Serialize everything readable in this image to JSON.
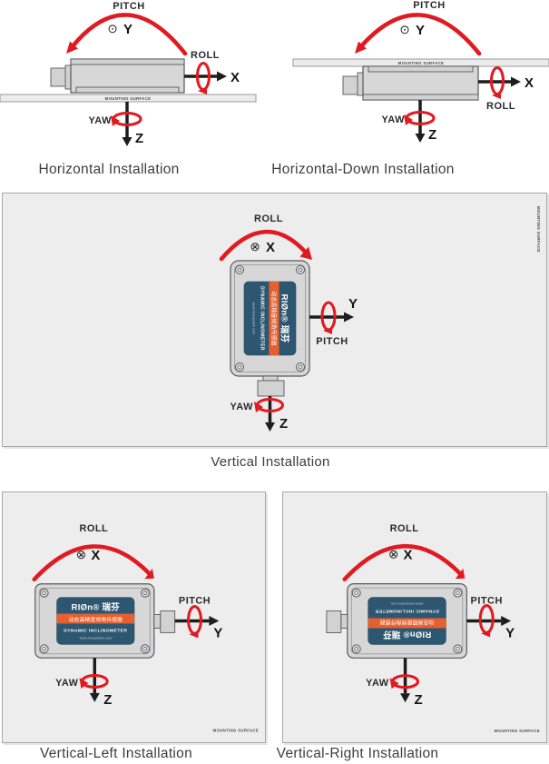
{
  "colors": {
    "red": "#e11a22",
    "panel_bg": "#ededee",
    "panel_border": "#a9a9a9",
    "device_fill": "#d7d7d7",
    "device_stroke": "#57585b",
    "label_blue": "#2d5770",
    "label_orange": "#e6602f",
    "axis_black": "#1d1d1b",
    "caption_text": "#3d3d3d"
  },
  "axes": {
    "x": "X",
    "y": "Y",
    "z": "Z"
  },
  "rotations": {
    "pitch": "PITCH",
    "roll": "ROLL",
    "yaw": "YAW"
  },
  "symbols": {
    "out_of_plane": "⊙",
    "into_plane": "⊗"
  },
  "surface": {
    "label": "MOUNTING SURFACE"
  },
  "device_label": {
    "brand": "RIØn® 瑞芬",
    "line_cn": "动态高精度倾角传感器",
    "line_en": "DYNAMIC  INCLINOMETER",
    "website": "www.rionsystem.com"
  },
  "captions": {
    "horizontal": "Horizontal Installation",
    "horizontal_down": "Horizontal-Down Installation",
    "vertical": "Vertical Installation",
    "vertical_left": "Vertical-Left Installation",
    "vertical_right": "Vertical-Right Installation"
  }
}
